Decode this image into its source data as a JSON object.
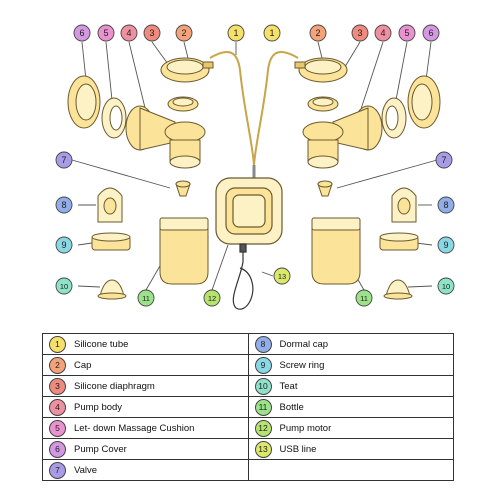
{
  "parts": [
    {
      "num": "1",
      "label": "Silicone tube",
      "color": "#f6e06a"
    },
    {
      "num": "2",
      "label": "Cap",
      "color": "#f3a27a"
    },
    {
      "num": "3",
      "label": "Silicone diaphragm",
      "color": "#ee8a7e"
    },
    {
      "num": "4",
      "label": "Pump body",
      "color": "#ef8fa0"
    },
    {
      "num": "5",
      "label": "Let- down Massage Cushion",
      "color": "#e992cf"
    },
    {
      "num": "6",
      "label": "Pump Cover",
      "color": "#d497e2"
    },
    {
      "num": "7",
      "label": "Valve",
      "color": "#a99be6"
    },
    {
      "num": "8",
      "label": "Dormal cap",
      "color": "#92aee8"
    },
    {
      "num": "9",
      "label": "Screw ring",
      "color": "#8ad7e6"
    },
    {
      "num": "10",
      "label": "Teat",
      "color": "#8ee2c8"
    },
    {
      "num": "11",
      "label": "Bottle",
      "color": "#9ce28a"
    },
    {
      "num": "12",
      "label": "Pump motor",
      "color": "#b6e36f"
    },
    {
      "num": "13",
      "label": "USB line",
      "color": "#dbe86a"
    }
  ],
  "colors": {
    "part_fill": "#fbe49a",
    "part_fill_light": "#fdf1c6",
    "outline": "#6b5a2e",
    "leader": "#555555"
  }
}
